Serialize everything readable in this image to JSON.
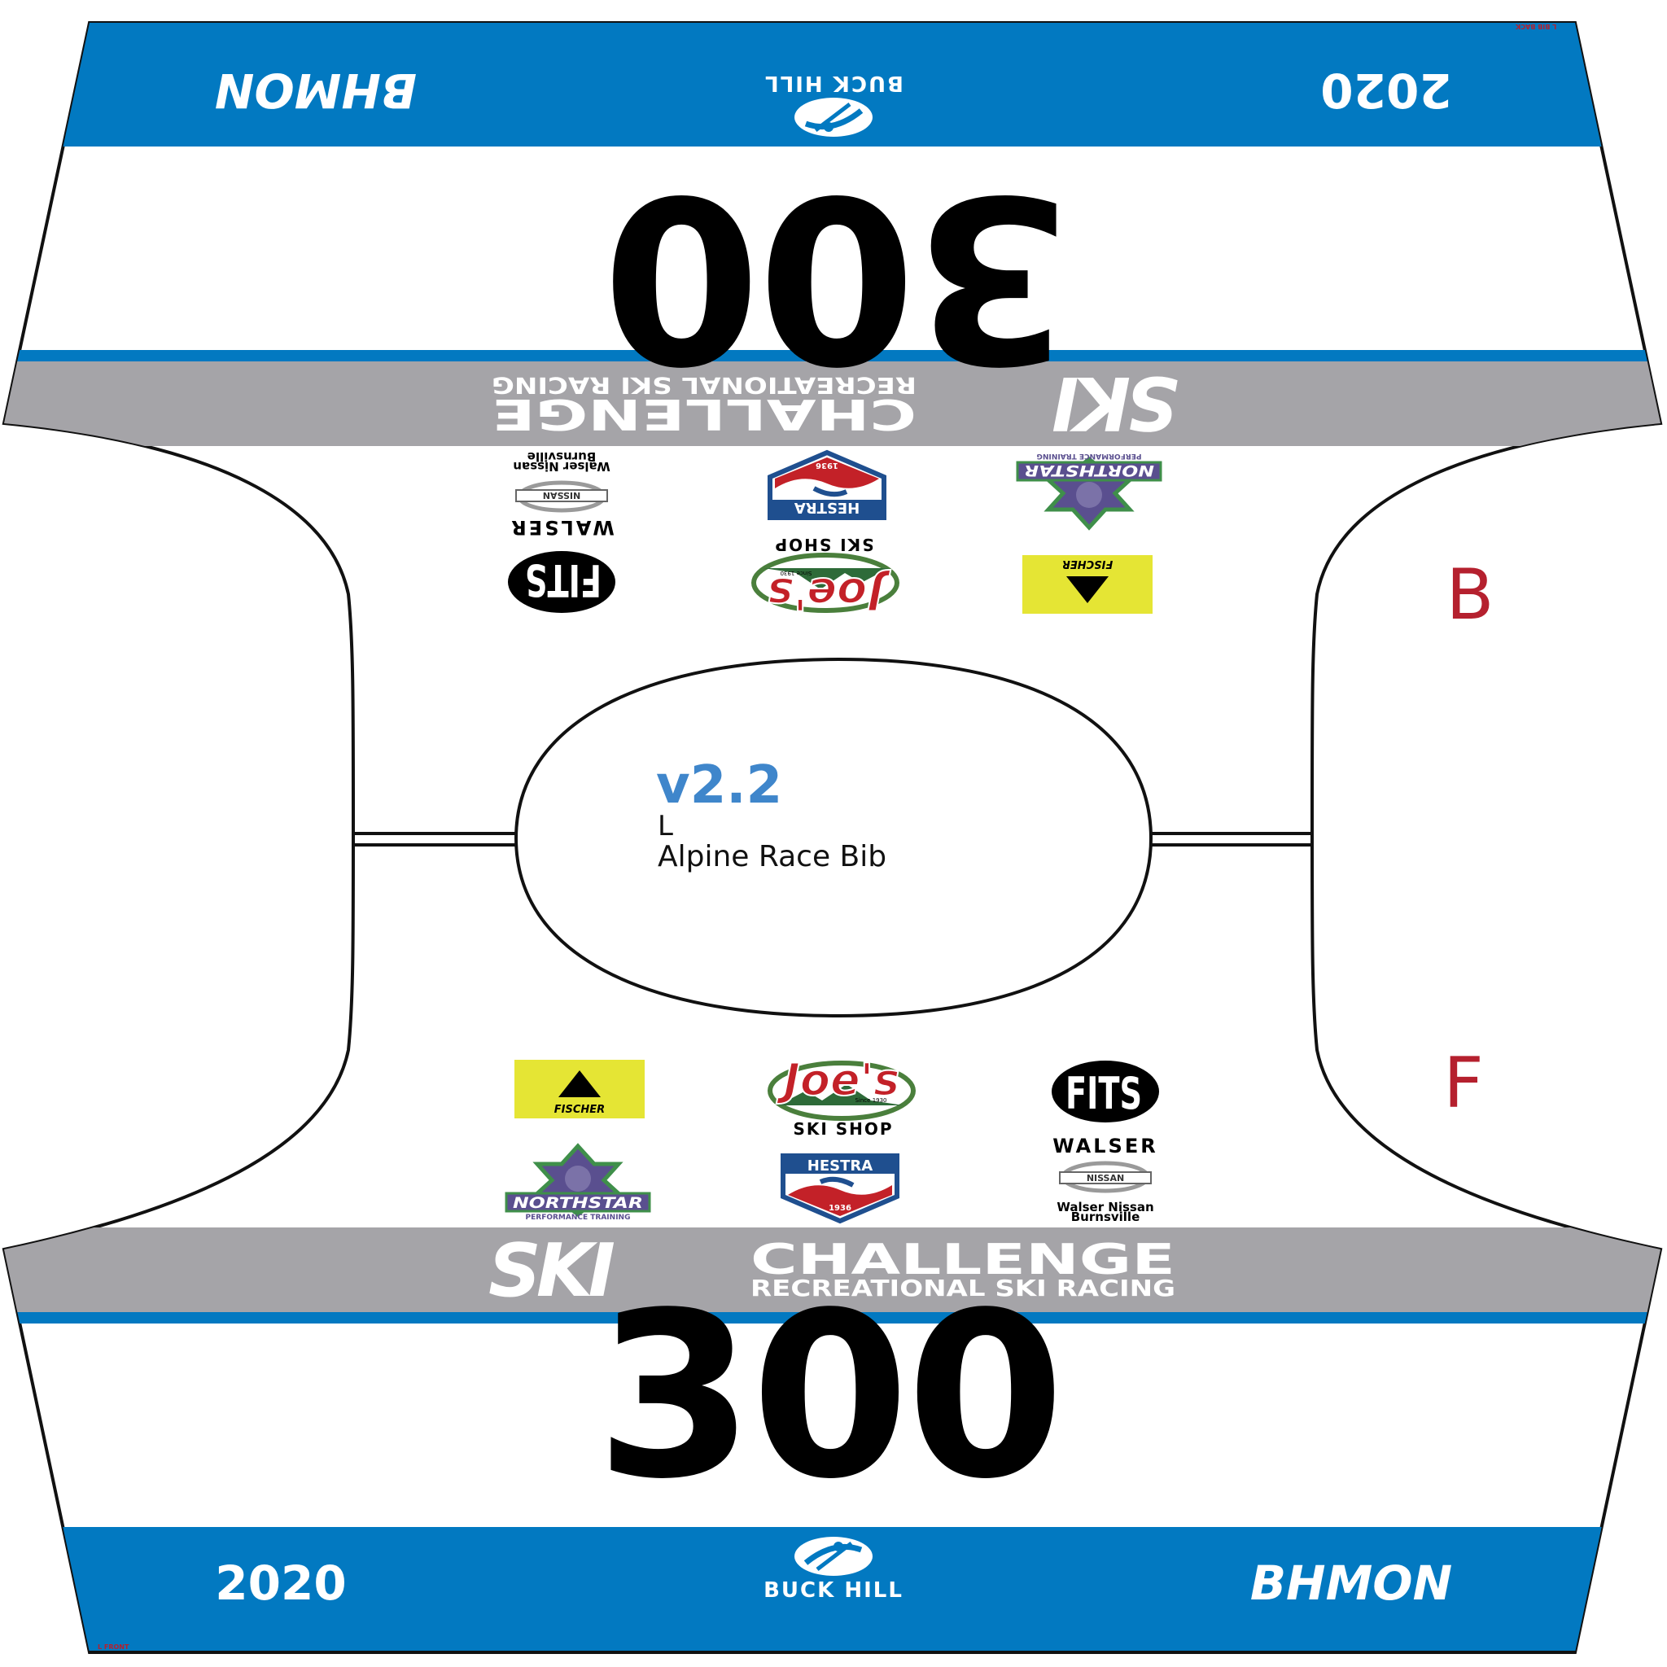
{
  "colors": {
    "blue": "#0279C1",
    "gray": "#A5A4A8",
    "black": "#000000",
    "red": "#B5202E",
    "fischer_yellow": "#E5E534",
    "version_blue": "#3F86CB",
    "outline": "#111111"
  },
  "bib": {
    "number": "300",
    "year": "2020",
    "series": "BHMON",
    "resort": "BUCK HILL",
    "brand_ski": "SKI",
    "brand_challenge": "CHALLENGE",
    "brand_tagline": "RECREATIONAL SKI RACING",
    "version": "v2.2",
    "size": "L",
    "product": "Alpine Race Bib",
    "side_back": "B",
    "side_front": "F",
    "corner_back": "L BIB BACK",
    "corner_front": "L FRONT"
  },
  "sponsors": {
    "fischer": "FISCHER",
    "joes_word": "Joe's",
    "joes_since": "Since 1930",
    "joes_sub": "SKI SHOP",
    "fits": "FITS",
    "walser": "WALSER",
    "nissan": "NISSAN",
    "walser_line1": "Walser Nissan",
    "walser_line2": "Burnsville",
    "northstar": "NORTHSTAR",
    "northstar_sub": "PERFORMANCE TRAINING",
    "hestra": "HESTRA",
    "hestra_year": "1936"
  },
  "icons": {
    "resort_logo": "skier-circle-icon",
    "fischer_logo": "triangle-icon",
    "northstar_logo": "star-badge-icon"
  }
}
